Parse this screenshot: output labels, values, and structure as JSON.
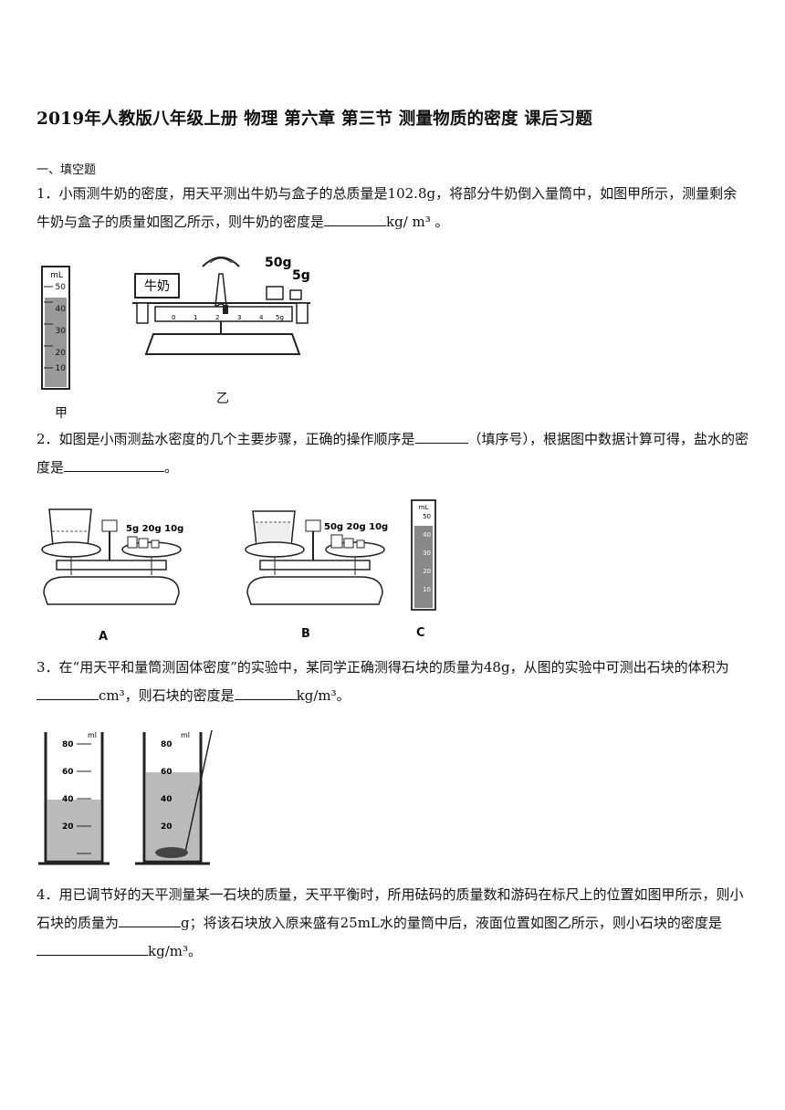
{
  "title": "2019年人教版八年级上册 物理 第六章 第三节 测量物质的密度 课后习题",
  "section": "一、填空题",
  "q1": {
    "text_a": "1．小雨测牛奶的密度，用天平测出牛奶与盒子的总质量是102.8g，将部分牛奶倒入量筒中，如图甲所示，测量剩余牛奶与盒子的质量如图乙所示，则牛奶的密度是",
    "text_b": "kg/ m³ 。",
    "fig_jia": "甲",
    "fig_yi": "乙",
    "box_label": "牛奶",
    "weight_50": "50g",
    "weight_5": "5g",
    "cyl_unit": "mL",
    "cyl_ticks": [
      "50",
      "40",
      "30",
      "20",
      "10"
    ],
    "rider_ticks": [
      "0",
      "1",
      "2",
      "3",
      "4",
      "5g"
    ]
  },
  "q2": {
    "text_a": "2．如图是小雨测盐水密度的几个主要步骤，正确的操作顺序是",
    "text_b": "（填序号），根据图中数据计算可得，盐水的密度是",
    "text_c": "。",
    "fig_a": "A",
    "fig_b": "B",
    "fig_c": "C",
    "weights_a": "5g 20g 10g",
    "weights_b": "50g 20g 10g",
    "cyl_unit": "mL",
    "cyl_ticks": [
      "50",
      "40",
      "30",
      "20",
      "10"
    ]
  },
  "q3": {
    "text_a": "3．在“用天平和量筒测固体密度”的实验中，某同学正确测得石块的质量为48g，从图的实验中可测出石块的体积为",
    "text_b": "cm³，则石块的密度是",
    "text_c": "kg/m³。",
    "cyl_unit": "ml",
    "cyl_ticks": [
      "80",
      "60",
      "40",
      "20"
    ]
  },
  "q4": {
    "text_a": "4．用已调节好的天平测量某一石块的质量，天平平衡时，所用砝码的质量数和游码在标尺上的位置如图甲所示，则小石块的质量为",
    "text_b": "g；将该石块放入原来盛有25mL水的量筒中后，液面位置如图乙所示，则小石块的密度是",
    "text_c": "kg/m³。"
  }
}
